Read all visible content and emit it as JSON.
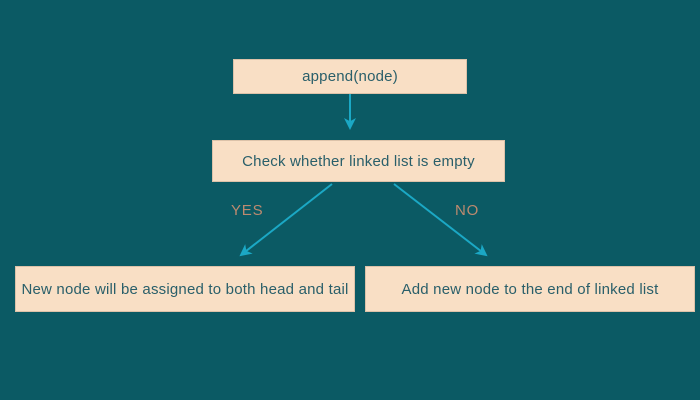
{
  "diagram": {
    "nodes": {
      "start": {
        "label": "append(node)"
      },
      "decision": {
        "label": "Check whether linked list is empty"
      },
      "yes_result": {
        "label": "New node will be assigned to both head and tail"
      },
      "no_result": {
        "label": "Add new node to the end of linked list"
      }
    },
    "branches": {
      "yes": "YES",
      "no": "NO"
    },
    "colors": {
      "background": "#0B5A64",
      "node_fill": "#F9DFC5",
      "node_border": "#DCC2A9",
      "node_text": "#2A5F6A",
      "arrow": "#1BA8C5",
      "branch_label": "#BD8A6F"
    }
  }
}
